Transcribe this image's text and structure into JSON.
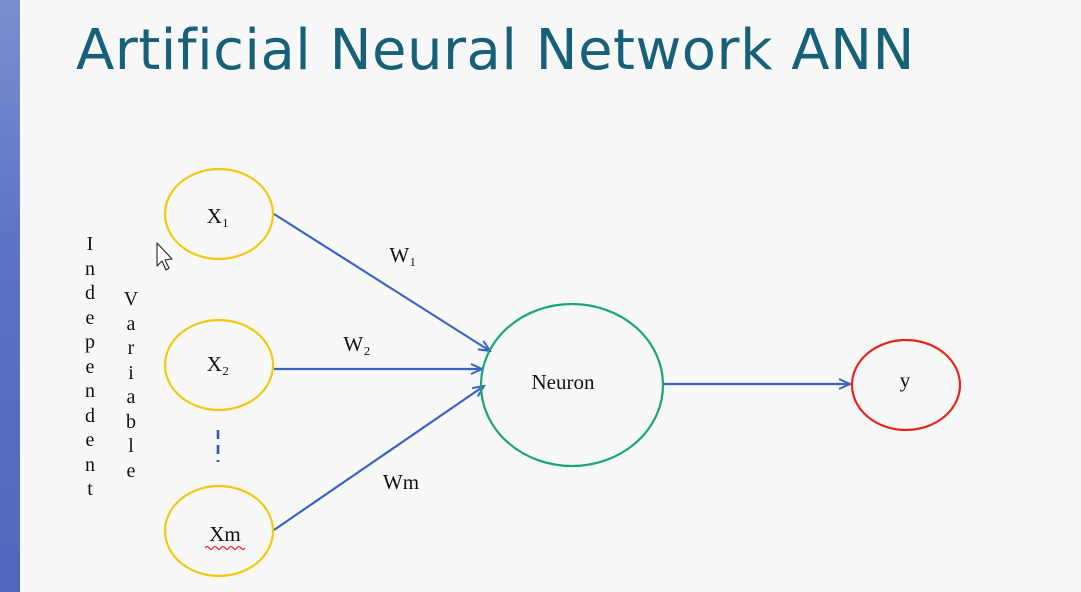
{
  "title": "Artificial Neural Network ANN",
  "side_labels": {
    "independent": "I\nn\nd\ne\np\ne\nn\nd\ne\nn\nt",
    "variable": "V\na\nr\ni\na\nb\nl\ne"
  },
  "nodes": {
    "x1": "X₁",
    "x2": "X₂",
    "xm": "Xm",
    "neuron": "Neuron",
    "y": "y"
  },
  "weights": {
    "w1": "W₁",
    "w2": "W₂",
    "wm": "Wm"
  },
  "colors": {
    "title": "#17607a",
    "input_circle": "#f2c811",
    "neuron_circle": "#1aa577",
    "output_circle": "#e8231a",
    "arrow": "#3a62cc",
    "ellipsis_dash": "#2f55c0"
  }
}
